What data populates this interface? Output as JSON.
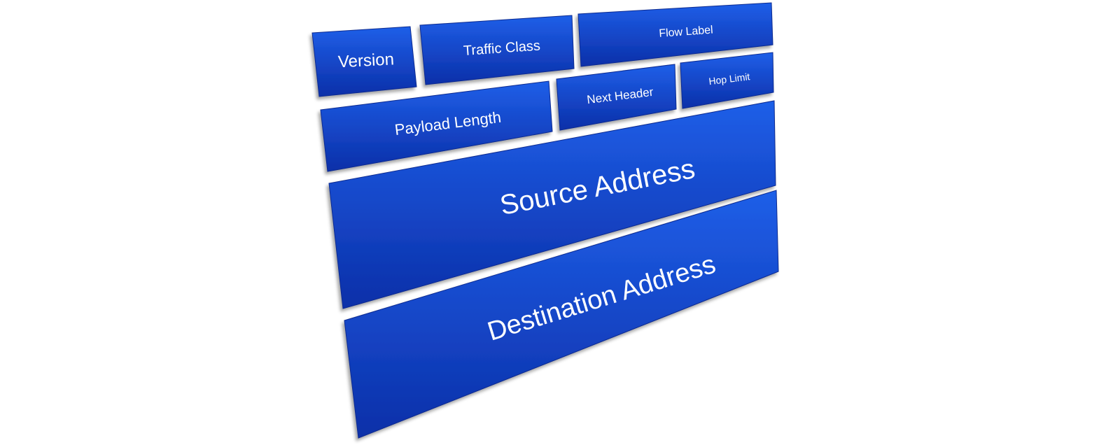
{
  "diagram": {
    "fields": [
      {
        "id": "version",
        "label": "Version"
      },
      {
        "id": "traffic-class",
        "label": "Traffic Class"
      },
      {
        "id": "flow-label",
        "label": "Flow Label"
      },
      {
        "id": "payload-length",
        "label": "Payload Length"
      },
      {
        "id": "next-header",
        "label": "Next Header"
      },
      {
        "id": "hop-limit",
        "label": "Hop Limit"
      },
      {
        "id": "source-address",
        "label": "Source Address"
      },
      {
        "id": "destination-address",
        "label": "Destination Address"
      }
    ],
    "colors": {
      "box_top": "#1f5fe8",
      "box_bottom": "#0b2fa8",
      "box_edge": "#0a2a90",
      "label": "#ffffff",
      "background": "#ffffff"
    }
  }
}
